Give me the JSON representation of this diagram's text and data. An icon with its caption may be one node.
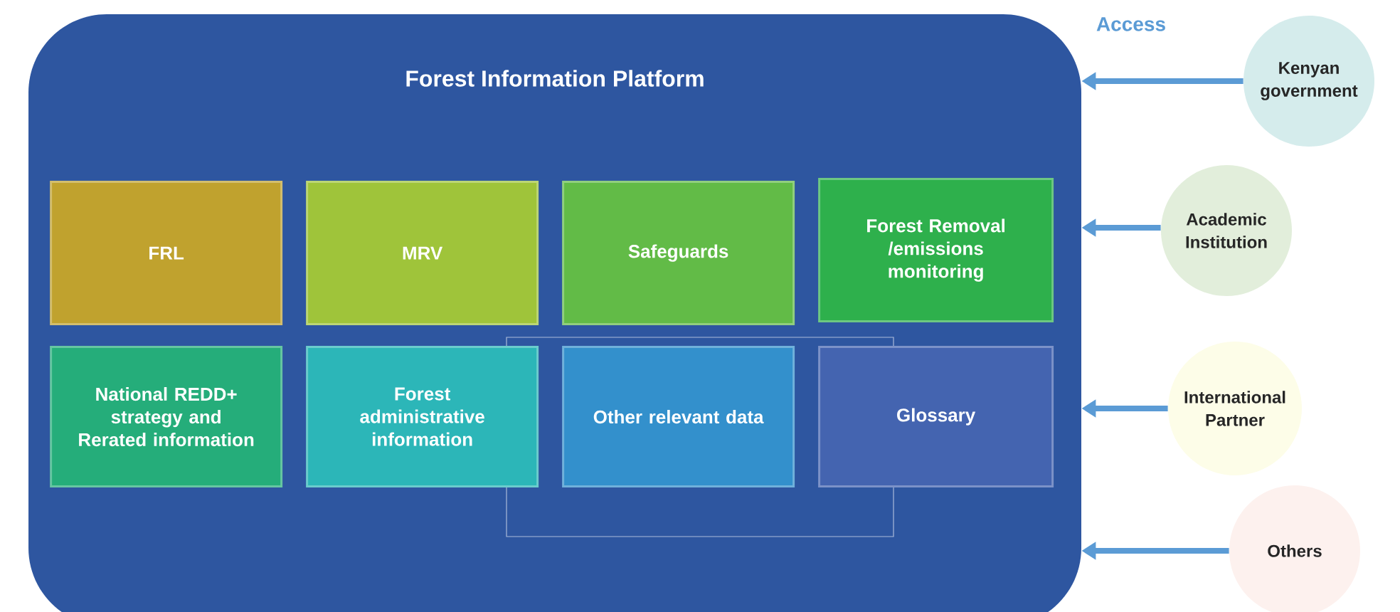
{
  "diagram": {
    "nodes": [
      {
        "text": [
          "Forest Information Platform"
        ]
      },
      {
        "text": [
          "FRL"
        ],
        "in": 0
      },
      {
        "text": [
          "MRV"
        ],
        "in": 0
      },
      {
        "text": [
          "Safeguards"
        ],
        "in": 0
      },
      {
        "text": [
          "Forest Removal /emissions monitoring"
        ],
        "in": 0
      },
      {
        "text": [
          "National REDD+ strategy and Rerated information"
        ],
        "in": 0
      },
      {
        "text": [
          "Forest administrative information"
        ],
        "in": 0
      },
      {
        "text": [
          "Other relevant data"
        ],
        "in": 0
      },
      {
        "text": [
          "Glossary"
        ],
        "in": 0
      },
      {
        "text": [
          "Kenyan government"
        ]
      },
      {
        "text": [
          "Academic Institution"
        ]
      },
      {
        "text": [
          "International Partner"
        ]
      },
      {
        "text": [
          "Others"
        ]
      }
    ],
    "edges": [
      {
        "from": 9,
        "to": 0,
        "arrow": "to"
      },
      {
        "from": 10,
        "to": 0,
        "arrow": "to"
      },
      {
        "from": 11,
        "to": 0,
        "arrow": "to"
      },
      {
        "from": 12,
        "to": 0,
        "arrow": "to"
      }
    ],
    "labels": [
      "Access"
    ]
  }
}
